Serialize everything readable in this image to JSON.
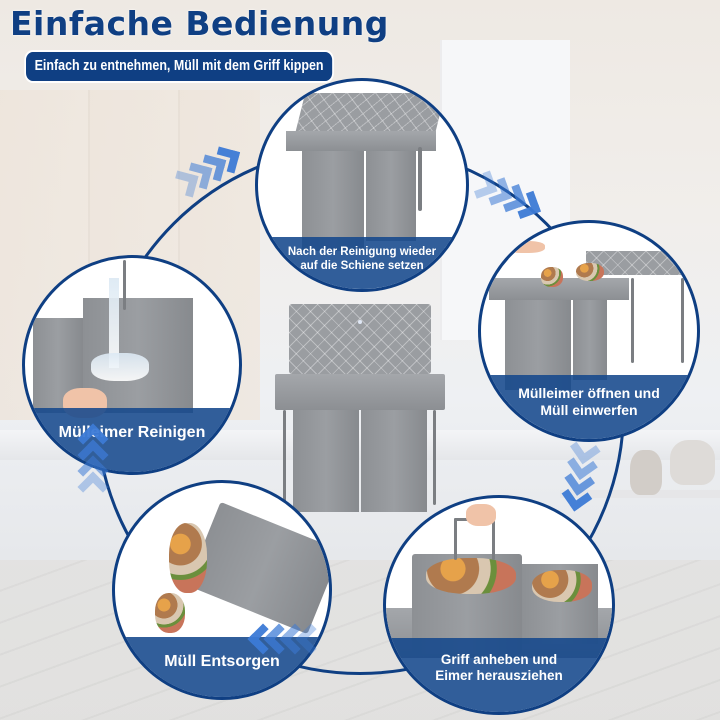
{
  "header": {
    "title": "Einfache Bedienung",
    "subtitle": "Einfach zu entnehmen, Müll mit dem Griff kippen"
  },
  "colors": {
    "brand_navy": "#0f3f83",
    "caption_blue": "#15488c",
    "arrow_blue": "#3d7bd6",
    "bin_gray": "#909397"
  },
  "product": {
    "name": "Pull-out waste bin with quilted lid",
    "center_image": "grey-double-bin-icon"
  },
  "steps": [
    {
      "id": "top",
      "caption_line1": "Nach der Reinigung wieder",
      "caption_line2": "auf die Schiene setzen",
      "icon": "bin-on-rail-icon"
    },
    {
      "id": "right",
      "caption_line1": "Mülleimer öffnen und",
      "caption_line2": "Müll einwerfen",
      "icon": "open-bin-drop-waste-icon"
    },
    {
      "id": "bottom-right",
      "caption_line1": "Griff anheben und",
      "caption_line2": "Eimer herausziehen",
      "icon": "lift-handle-icon"
    },
    {
      "id": "bottom-left",
      "caption_line1": "Müll Entsorgen",
      "caption_line2": "",
      "icon": "tip-bin-icon"
    },
    {
      "id": "left",
      "caption_line1": "Mülleimer Reinigen",
      "caption_line2": "",
      "icon": "wash-bin-icon"
    }
  ],
  "flow_arrows": [
    {
      "position": "top-left",
      "direction": "up-right",
      "icon": "chevron-arrows-icon"
    },
    {
      "position": "top-right",
      "direction": "down-right",
      "icon": "chevron-arrows-icon"
    },
    {
      "position": "right",
      "direction": "down",
      "icon": "chevron-arrows-icon"
    },
    {
      "position": "bottom",
      "direction": "left",
      "icon": "chevron-arrows-icon"
    },
    {
      "position": "left",
      "direction": "up",
      "icon": "chevron-arrows-icon"
    }
  ]
}
